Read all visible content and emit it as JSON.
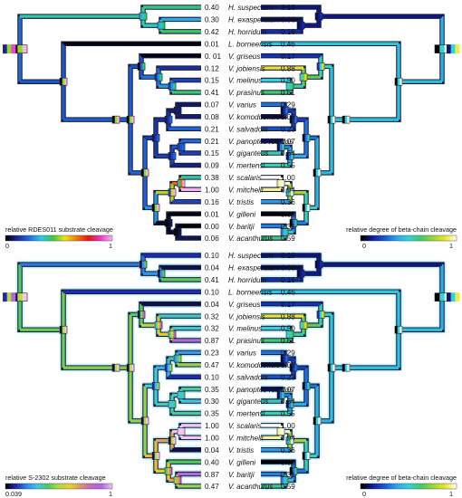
{
  "figure": {
    "taxa": [
      "H. suspectum",
      "H. exasperatum",
      "H. horridum",
      "L. borneensis",
      "V. griseus",
      "V. jobiensis",
      "V. melinus",
      "V. prasinus",
      "V. varius",
      "V. komodoensis",
      "V. salvadorii",
      "V. panoptes rubidus",
      "V. giganteus",
      "V. mertensi",
      "V. scalaris",
      "V. mitchelli",
      "V. tristis",
      "V. gilleni",
      "V. baritji",
      "V. acanthurus"
    ],
    "panels": [
      {
        "left_values": [
          "0.40",
          "0.30",
          "0.42",
          "0.01",
          "0. 01",
          "0.12",
          "0.15",
          "0.41",
          "0.07",
          "0.08",
          "0.21",
          "0.21",
          "0.15",
          "0.09",
          "0.38",
          "1.00",
          "0.16",
          "0.01",
          "0.00",
          "0.06"
        ],
        "right_values": [
          "0.10",
          "0.06",
          "0.16",
          "0.46",
          "0.17",
          "0.88",
          "0.50",
          "0.61",
          "0.29",
          "0.05",
          "0.23",
          "0.07",
          "0.54",
          "0.55",
          "1.00",
          "0.94",
          "0.36",
          "0.00",
          "0.31",
          "0.59"
        ],
        "left_legend": {
          "title": "relative  RDES011 substrate cleavage",
          "min": "0",
          "max": "1"
        },
        "right_legend": {
          "title": "relative degree of beta-chain cleavage",
          "min": "0",
          "max": "1"
        }
      },
      {
        "left_values": [
          "0.10",
          "0.04",
          "0.41",
          "0.10",
          "0.04",
          "0.32",
          "0.32",
          "0.87",
          "0.23",
          "0.47",
          "0.10",
          "0.35",
          "0.30",
          "0.35",
          "1.00",
          "1.00",
          "0.04",
          "0.40",
          "0.87",
          "0.47"
        ],
        "right_values": [
          "0.10",
          "0.06",
          "0.16",
          "0.46",
          "0.17",
          "0.88",
          "0.50",
          "0.61",
          "0.29",
          "0.05",
          "0.23",
          "0.07",
          "0.54",
          "0.55",
          "1.00",
          "0.94",
          "0.36",
          "0.00",
          "0.31",
          "0.59"
        ],
        "left_legend": {
          "title": "relative S-2302 substrate cleavage",
          "min": "0.039",
          "max": "1"
        },
        "right_legend": {
          "title": "relative degree of beta-chain cleavage",
          "min": "0",
          "max": "1"
        }
      }
    ],
    "colors": {
      "scale_a": [
        "#000000",
        "#1a2a9c",
        "#1f6fe0",
        "#2ac8e6",
        "#3ec83e",
        "#f2e21a",
        "#f07a10",
        "#e01818",
        "#e63cc8",
        "#f2b6ee"
      ],
      "scale_b": [
        "#000000",
        "#1f2ab4",
        "#2f86ea",
        "#3ec9de",
        "#52c85a",
        "#b8d64a",
        "#e8d028",
        "#d49a6e",
        "#c266c8",
        "#ab6bdc",
        "#f0c8f4"
      ],
      "scale_c": [
        "#000000",
        "#101c9c",
        "#1a5ad8",
        "#2aa8e8",
        "#34d2d8",
        "#44c864",
        "#9ad23a",
        "#e8e424",
        "#ffffff"
      ],
      "glow": "#c6f2f7"
    }
  }
}
